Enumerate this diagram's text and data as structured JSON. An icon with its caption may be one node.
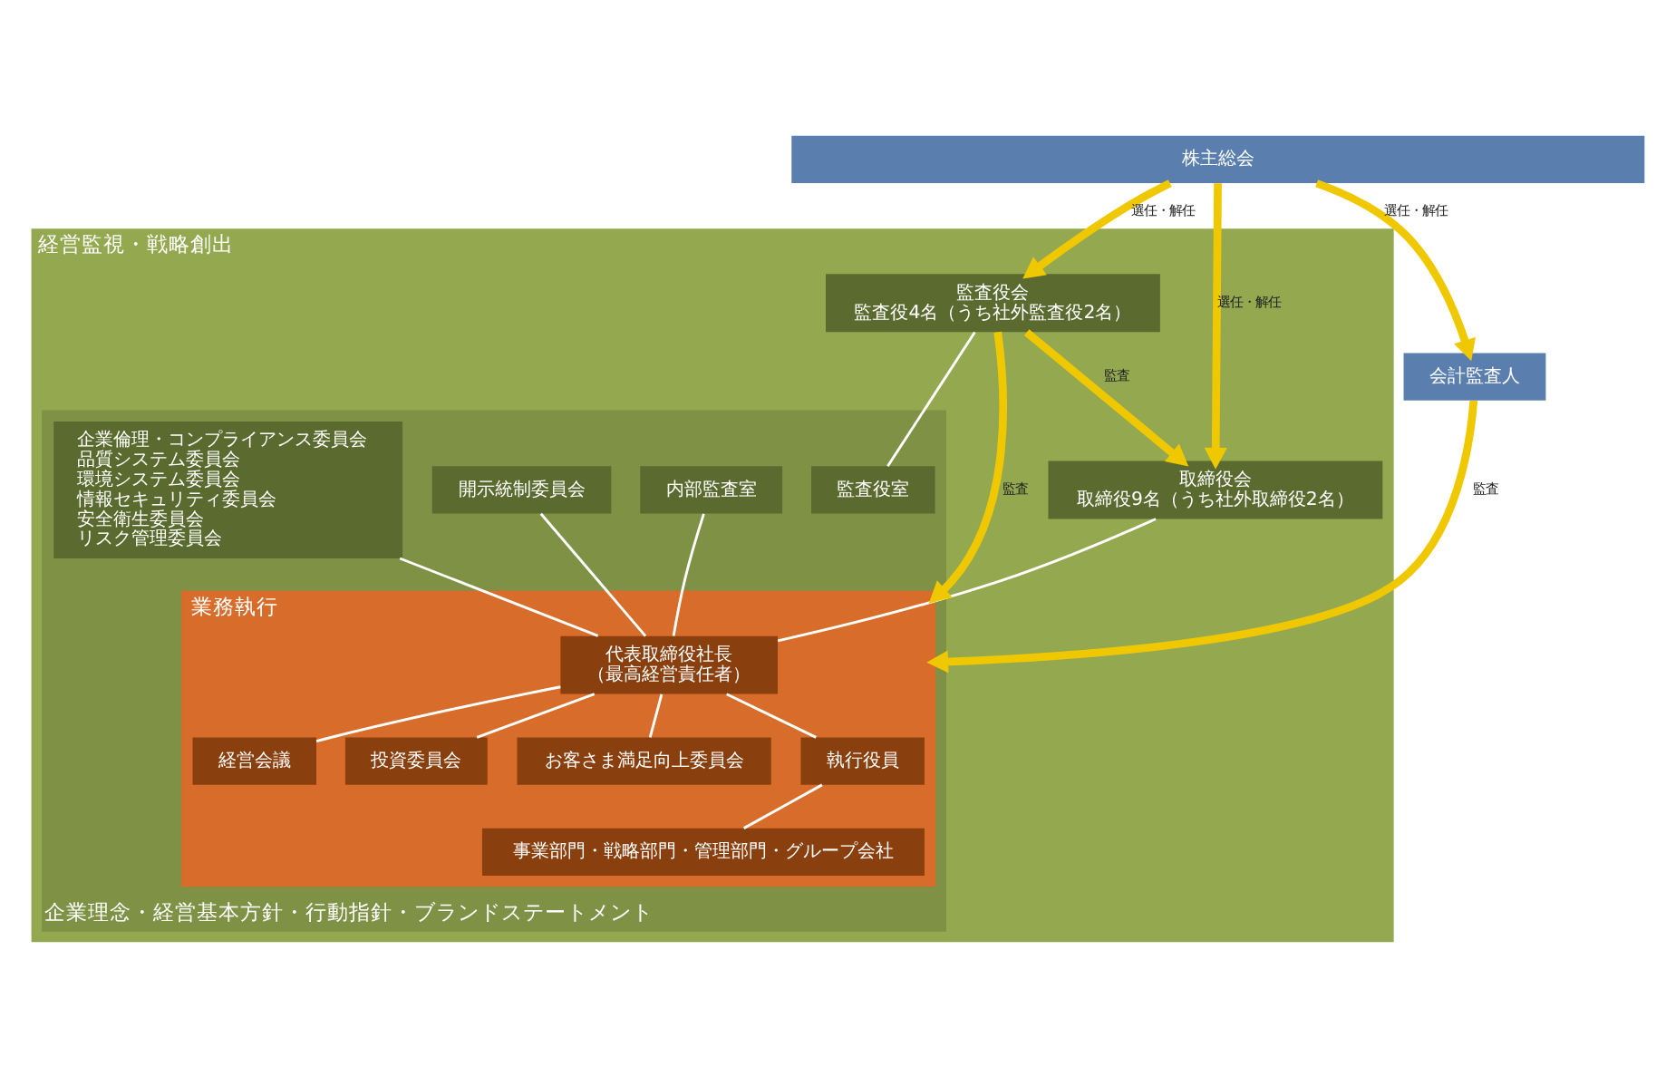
{
  "diagram": {
    "nodes": [
      {
        "text": [
          "株主総会"
        ]
      },
      {
        "text": [
          "経営監視・戦略創出"
        ]
      },
      {
        "text": [
          "企業理念・経営基本方針・行動指針・ブランドステートメント"
        ],
        "in": 1
      },
      {
        "text": [
          "取締役会",
          "取締役9名（うち社外取締役2名）"
        ],
        "in": 1
      },
      {
        "text": [
          "監査役会",
          "監査役4名（うち社外監査役2名）"
        ],
        "in": 1
      },
      {
        "text": [
          "監査役室"
        ],
        "in": 2
      },
      {
        "text": [
          "業務執行"
        ],
        "in": 2
      },
      {
        "text": [
          "代表取締役社長",
          "（最高経営責任者）"
        ],
        "in": 6
      },
      {
        "text": [
          "経営会議"
        ],
        "in": 6
      },
      {
        "text": [
          "投資委員会"
        ],
        "in": 6
      },
      {
        "text": [
          "お客さま満足向上委員会"
        ],
        "in": 6
      },
      {
        "text": [
          "執行役員"
        ],
        "in": 6
      },
      {
        "text": [
          "事業部門・戦略部門・管理部門・グループ会社"
        ],
        "in": 6
      },
      {
        "text": [
          "内部監査室"
        ],
        "in": 2
      },
      {
        "text": [
          "開示統制委員会"
        ],
        "in": 2
      },
      {
        "text": [
          "企業倫理・コンプライアンス委員会",
          "品質システム委員会",
          "環境システム委員会",
          "情報セキュリティ委員会",
          "安全衛生委員会",
          "リスク管理委員会"
        ],
        "in": 2
      },
      {
        "text": [
          "会計監査人"
        ]
      }
    ],
    "edges": [
      {
        "from": 0,
        "to": 3,
        "arrow": "to",
        "label": "選任・解任",
        "style": "thick",
        "color": "#f0c800"
      },
      {
        "from": 0,
        "to": 4,
        "arrow": "to",
        "label": "選任・解任",
        "style": "thick",
        "color": "#f0c800"
      },
      {
        "from": 0,
        "to": 16,
        "arrow": "to",
        "label": "選任・解任",
        "style": "thick",
        "color": "#f0c800"
      },
      {
        "from": 4,
        "to": 3,
        "arrow": "to",
        "label": "監査",
        "style": "thick",
        "color": "#f0c800"
      },
      {
        "from": 4,
        "to": 6,
        "arrow": "to",
        "label": "監査",
        "style": "thick",
        "color": "#f0c800"
      },
      {
        "from": 16,
        "to": 6,
        "arrow": "to",
        "label": "監査",
        "style": "thick",
        "color": "#f0c800"
      },
      {
        "from": 3,
        "to": 7,
        "arrow": "none"
      },
      {
        "from": 4,
        "to": 5,
        "arrow": "none"
      },
      {
        "from": 7,
        "to": 8,
        "arrow": "none"
      },
      {
        "from": 7,
        "to": 9,
        "arrow": "none"
      },
      {
        "from": 7,
        "to": 10,
        "arrow": "none"
      },
      {
        "from": 7,
        "to": 11,
        "arrow": "none"
      },
      {
        "from": 11,
        "to": 12,
        "arrow": "none"
      },
      {
        "from": 13,
        "to": 7,
        "arrow": "none"
      },
      {
        "from": 14,
        "to": 7,
        "arrow": "none"
      },
      {
        "from": 15,
        "to": 7,
        "arrow": "none"
      }
    ]
  }
}
